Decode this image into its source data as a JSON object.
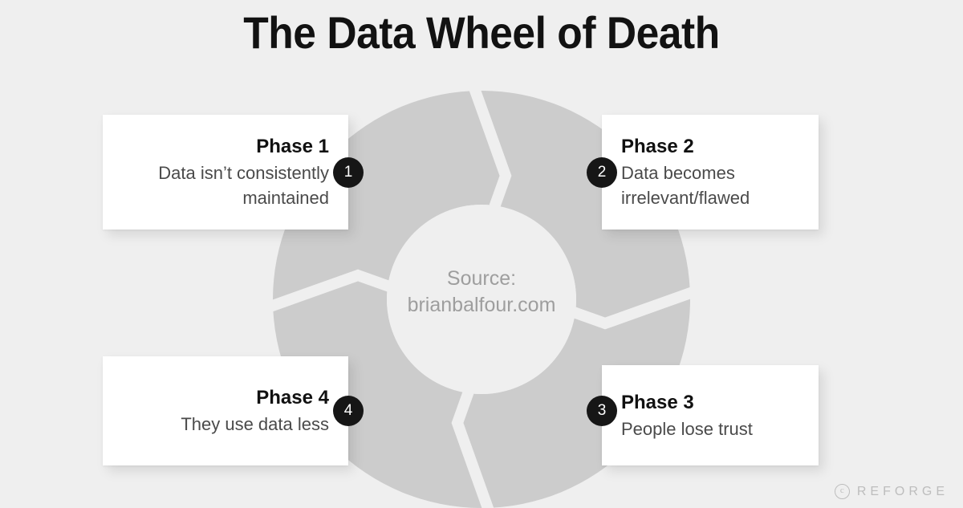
{
  "title": "The Data Wheel of Death",
  "center": {
    "line1": "Source:",
    "line2": "brianbalfour.com"
  },
  "phases": [
    {
      "number": "1",
      "title": "Phase 1",
      "body_line1": "Data isn’t consistently",
      "body_line2": "maintained"
    },
    {
      "number": "2",
      "title": "Phase 2",
      "body_line1": "Data becomes",
      "body_line2": "irrelevant/flawed"
    },
    {
      "number": "3",
      "title": "Phase 3",
      "body_line1": "People lose trust",
      "body_line2": ""
    },
    {
      "number": "4",
      "title": "Phase 4",
      "body_line1": "They use data less",
      "body_line2": ""
    }
  ],
  "brand": {
    "copyright_mark": "c",
    "name": "REFORGE"
  },
  "colors": {
    "background": "#efefef",
    "wheel_ring": "#cccccc",
    "wheel_hub": "#efefef",
    "divider": "#efefef",
    "badge_bg": "#161616",
    "badge_fg": "#ffffff",
    "card_bg": "#ffffff",
    "title_text": "#121212",
    "body_text": "#4a4a4a",
    "muted_text": "#9e9e9e",
    "brand_text": "#bdbdbd"
  },
  "chart_data": {
    "type": "pie",
    "title": "The Data Wheel of Death",
    "categories": [
      "Phase 1",
      "Phase 2",
      "Phase 3",
      "Phase 4"
    ],
    "values": [
      25,
      25,
      25,
      25
    ],
    "labels": [
      "Data isn’t consistently maintained",
      "Data becomes irrelevant/flawed",
      "People lose trust",
      "They use data less"
    ],
    "annotations": [
      "Source:",
      "brianbalfour.com"
    ],
    "legend": "none",
    "grid": false
  }
}
